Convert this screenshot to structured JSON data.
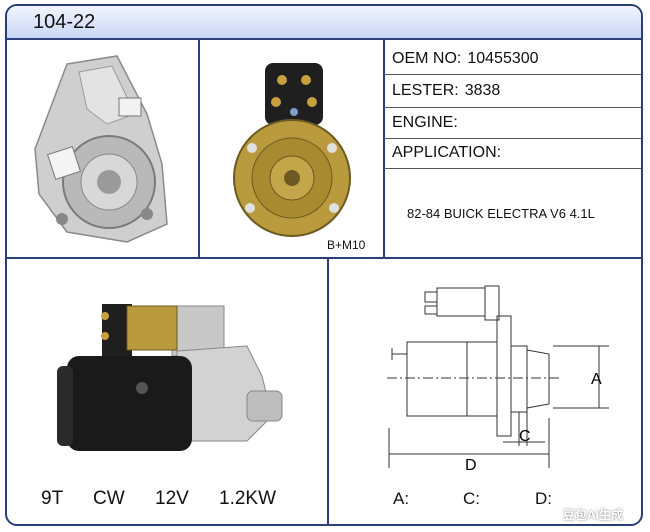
{
  "header": {
    "part_number": "104-22"
  },
  "specs_table": {
    "oem_label": "OEM NO:",
    "oem_value": "10455300",
    "lester_label": "LESTER:",
    "lester_value": "3838",
    "engine_label": "ENGINE:",
    "engine_value": "",
    "application_label": "APPLICATION:",
    "application_value": "82-84 BUICK ELECTRA V6 4.1L"
  },
  "end_view": {
    "terminal_label": "B+M10"
  },
  "electrical": {
    "teeth": "9T",
    "rotation": "CW",
    "voltage": "12V",
    "power": "1.2KW"
  },
  "dimensions": {
    "labels": {
      "a": "A",
      "c": "C",
      "d": "D"
    },
    "a_label": "A:",
    "a_value": "",
    "c_label": "C:",
    "c_value": "",
    "d_label": "D:",
    "d_value": ""
  },
  "watermark": "豆包AI生成",
  "colors": {
    "border": "#2c3e7a",
    "title_bar": "#c9d6f5",
    "brass": "#b99a3c",
    "motor_black": "#1a1a1a",
    "casting_silver": "#c8c8c8"
  }
}
